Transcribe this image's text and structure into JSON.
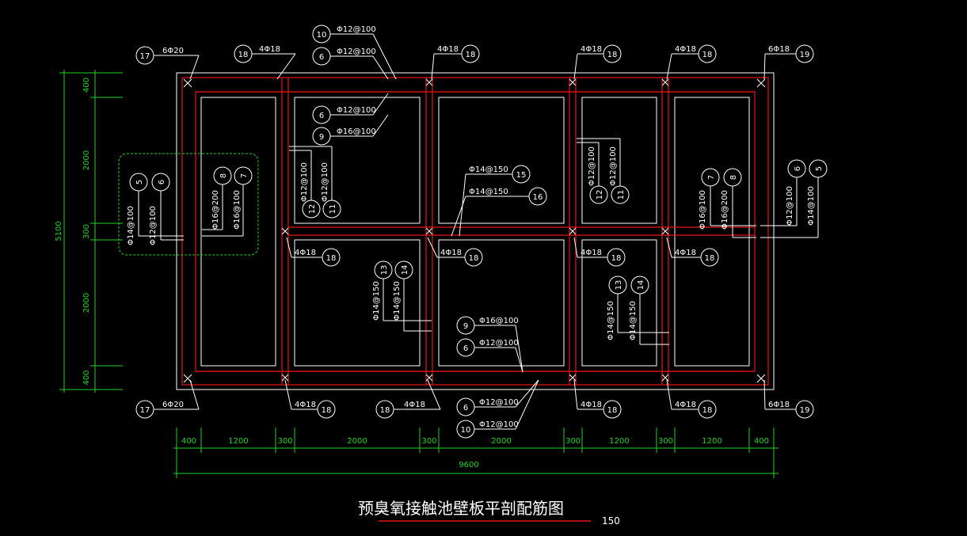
{
  "drawing": {
    "title": "预臭氧接触池壁板平剖配筋图",
    "scale": "150",
    "bottom_dims": [
      "400",
      "1200",
      "300",
      "2000",
      "300",
      "2000",
      "300",
      "1200",
      "300",
      "1200",
      "400"
    ],
    "total_dim": "9600",
    "left_dims": [
      "400",
      "2000",
      "300",
      "2000",
      "400"
    ],
    "left_total": "5100",
    "labels": [
      {
        "n": "17",
        "t": "6Φ20"
      },
      {
        "n": "18",
        "t": "4Φ18"
      },
      {
        "n": "10",
        "t": "Φ12@100"
      },
      {
        "n": "6",
        "t": "Φ12@100"
      },
      {
        "n": "18",
        "t": "4Φ18"
      },
      {
        "n": "18",
        "t": "4Φ18"
      },
      {
        "n": "18",
        "t": "4Φ18"
      },
      {
        "n": "19",
        "t": "6Φ18"
      },
      {
        "n": "6",
        "t": "Φ12@100"
      },
      {
        "n": "9",
        "t": "Φ16@100"
      },
      {
        "n": "15",
        "t": "Φ14@150"
      },
      {
        "n": "16",
        "t": "Φ14@150"
      },
      {
        "n": "18",
        "t": "4Φ18"
      },
      {
        "n": "18",
        "t": "4Φ18"
      },
      {
        "n": "18",
        "t": "4Φ18"
      },
      {
        "n": "18",
        "t": "4Φ18"
      },
      {
        "n": "9",
        "t": "Φ16@100"
      },
      {
        "n": "6",
        "t": "Φ12@100"
      },
      {
        "n": "17",
        "t": "6Φ20"
      },
      {
        "n": "18",
        "t": "4Φ18"
      },
      {
        "n": "18",
        "t": "4Φ18"
      },
      {
        "n": "6",
        "t": "Φ12@100"
      },
      {
        "n": "10",
        "t": "Φ12@100"
      },
      {
        "n": "18",
        "t": "4Φ18"
      },
      {
        "n": "18",
        "t": "4Φ18"
      },
      {
        "n": "19",
        "t": "6Φ18"
      }
    ],
    "vlabels": [
      {
        "n": "5",
        "t": "Φ14@100"
      },
      {
        "n": "6",
        "t": "Φ12@100"
      },
      {
        "n": "8",
        "t": "Φ16@200"
      },
      {
        "n": "7",
        "t": "Φ16@100"
      },
      {
        "n": "12",
        "t": "Φ12@100"
      },
      {
        "n": "11",
        "t": "Φ12@100"
      },
      {
        "n": "12",
        "t": "Φ12@100"
      },
      {
        "n": "11",
        "t": "Φ12@100"
      },
      {
        "n": "7",
        "t": "Φ16@100"
      },
      {
        "n": "8",
        "t": "Φ16@200"
      },
      {
        "n": "6",
        "t": "Φ12@100"
      },
      {
        "n": "5",
        "t": "Φ14@100"
      },
      {
        "n": "13",
        "t": "Φ14@150"
      },
      {
        "n": "14",
        "t": "Φ14@150"
      },
      {
        "n": "13",
        "t": "Φ14@150"
      },
      {
        "n": "14",
        "t": "Φ14@150"
      }
    ]
  }
}
